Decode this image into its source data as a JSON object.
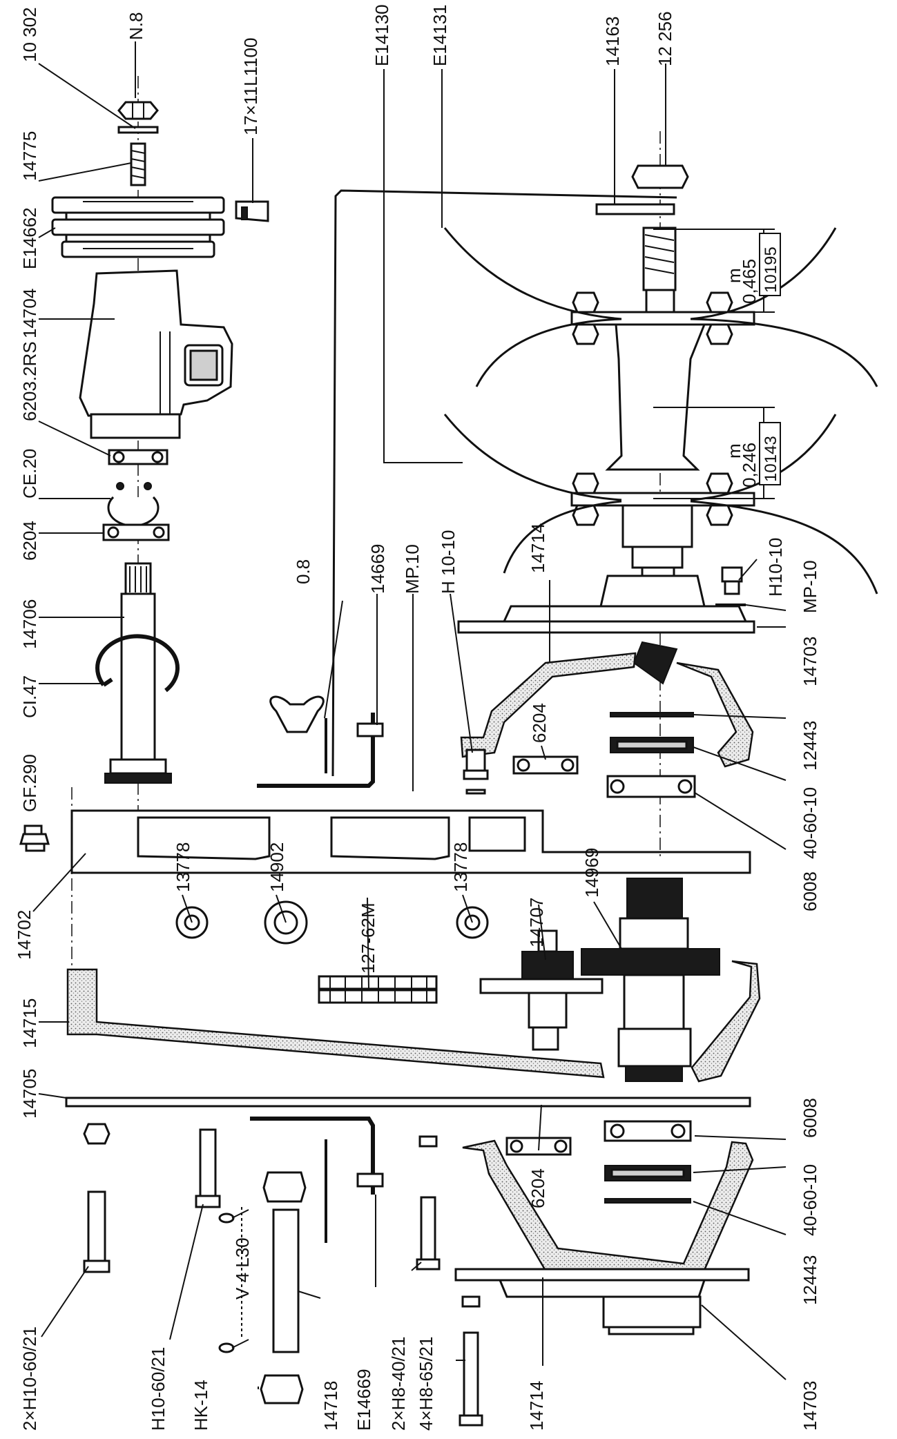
{
  "labels_left_col": [
    {
      "id": "l10302",
      "text": "10 302"
    },
    {
      "id": "lN8",
      "text": "N.8"
    },
    {
      "id": "l14775",
      "text": "14775"
    },
    {
      "id": "l17x11",
      "text": "17×11L1100"
    },
    {
      "id": "lE14662",
      "text": "E14662"
    },
    {
      "id": "l6203",
      "text": "6203.2RS"
    },
    {
      "id": "l14704",
      "text": "14704"
    },
    {
      "id": "lCE20",
      "text": "CE.20"
    },
    {
      "id": "l6204a",
      "text": "6204"
    },
    {
      "id": "l14706",
      "text": "14706"
    },
    {
      "id": "lCI47",
      "text": "CI.47"
    },
    {
      "id": "lGF290",
      "text": "GF.290"
    },
    {
      "id": "l14702",
      "text": "14702"
    },
    {
      "id": "l14715",
      "text": "14715"
    },
    {
      "id": "l14705",
      "text": "14705"
    },
    {
      "id": "l2H1060",
      "text": "2×H10-60/21"
    },
    {
      "id": "lH1060",
      "text": "H10-60/21"
    },
    {
      "id": "lHK14",
      "text": "HK-14"
    },
    {
      "id": "l14718",
      "text": "14718"
    },
    {
      "id": "lE14669",
      "text": "E14669"
    },
    {
      "id": "l2H840",
      "text": "2×H8-40/21"
    },
    {
      "id": "l4H865",
      "text": "4×H8-65/21"
    },
    {
      "id": "l14714b",
      "text": "14714"
    },
    {
      "id": "lV4L30",
      "text": "V 4 L30"
    }
  ],
  "labels_middle": [
    {
      "id": "l08",
      "text": "0.8"
    },
    {
      "id": "l14669",
      "text": "14669"
    },
    {
      "id": "lMP10a",
      "text": "MP.10"
    },
    {
      "id": "lH1010a",
      "text": "H 10-10"
    },
    {
      "id": "l13778a",
      "text": "13778"
    },
    {
      "id": "l14902",
      "text": "14902"
    },
    {
      "id": "l12762M",
      "text": "127-62M"
    },
    {
      "id": "l13778b",
      "text": "13778"
    },
    {
      "id": "l14707",
      "text": "14707"
    },
    {
      "id": "l14969",
      "text": "14969"
    },
    {
      "id": "l6204b",
      "text": "6204"
    },
    {
      "id": "l14714a",
      "text": "14714"
    },
    {
      "id": "l6204c",
      "text": "6204"
    }
  ],
  "labels_right_col": [
    {
      "id": "lE14130",
      "text": "E14130"
    },
    {
      "id": "lE14131",
      "text": "E14131"
    },
    {
      "id": "l14163",
      "text": "14163"
    },
    {
      "id": "l12256",
      "text": "12 256"
    },
    {
      "id": "lH1010b",
      "text": "H10-10"
    },
    {
      "id": "lMP10b",
      "text": "MP-10"
    },
    {
      "id": "l14703a",
      "text": "14703"
    },
    {
      "id": "l12443a",
      "text": "12443"
    },
    {
      "id": "l406010a",
      "text": "40-60-10"
    },
    {
      "id": "l6008a",
      "text": "6008"
    },
    {
      "id": "l6008b",
      "text": "6008"
    },
    {
      "id": "l406010b",
      "text": "40-60-10"
    },
    {
      "id": "l12443b",
      "text": "12443"
    },
    {
      "id": "l14703b",
      "text": "14703"
    }
  ],
  "dimensions": {
    "dim1_value": "0,465",
    "dim1_unit": "m",
    "dim1_code": "10195",
    "dim2_value": "0,246",
    "dim2_unit": "m",
    "dim2_code": "10143"
  }
}
